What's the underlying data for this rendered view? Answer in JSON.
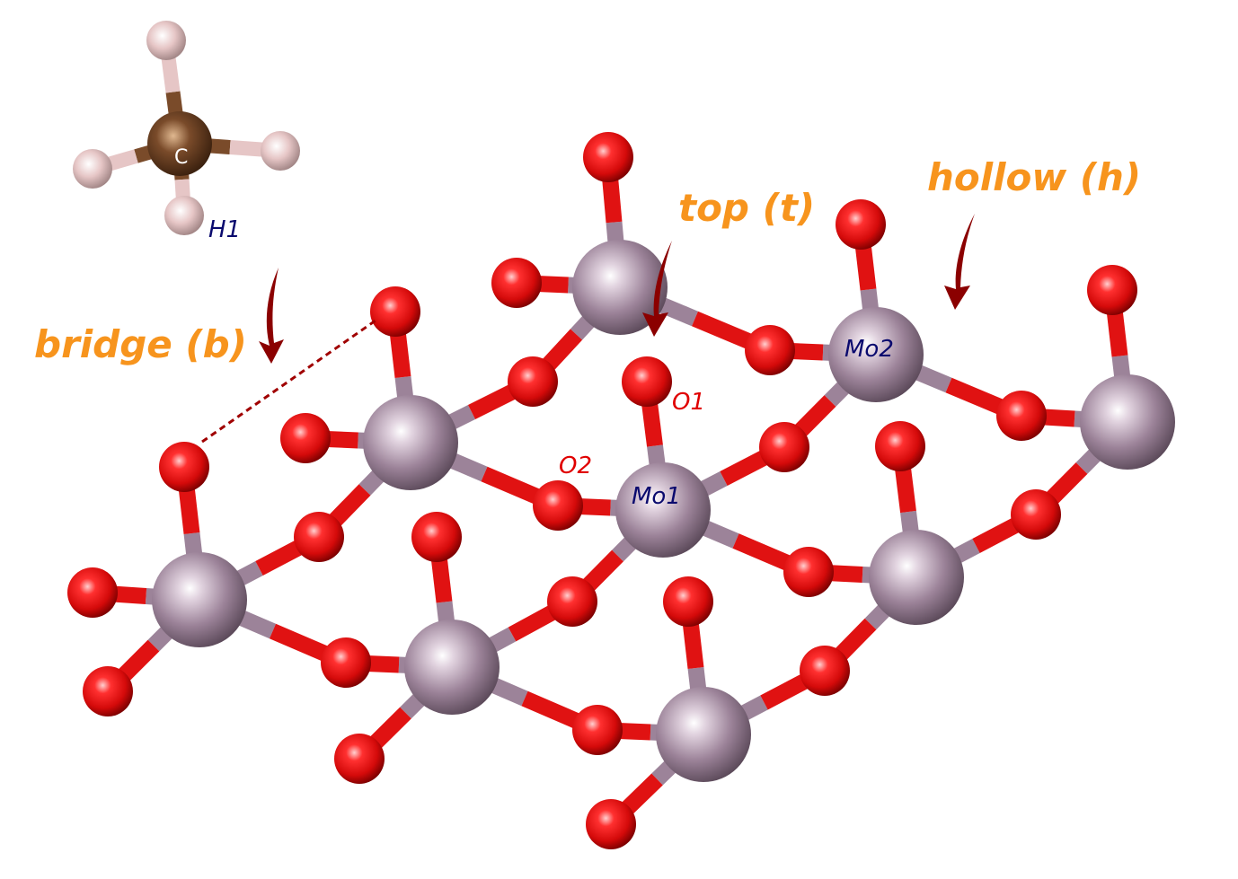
{
  "labels": {
    "carbon": "C",
    "h1": "H1",
    "bridge": "bridge (b)",
    "top": "top (t)",
    "hollow": "hollow (h)",
    "o1": "O1",
    "o2": "O2",
    "mo1": "Mo1",
    "mo2": "Mo2"
  },
  "colors": {
    "molybdenum": "#9c8399",
    "oxygen": "#e01212",
    "carbon": "#7a4b2a",
    "hydrogen": "#e6c6c6",
    "site_label": "#f7941d",
    "atom_label_mo_h": "#0a0a6e",
    "atom_label_o": "#e00000",
    "arrow": "#8b0000"
  }
}
